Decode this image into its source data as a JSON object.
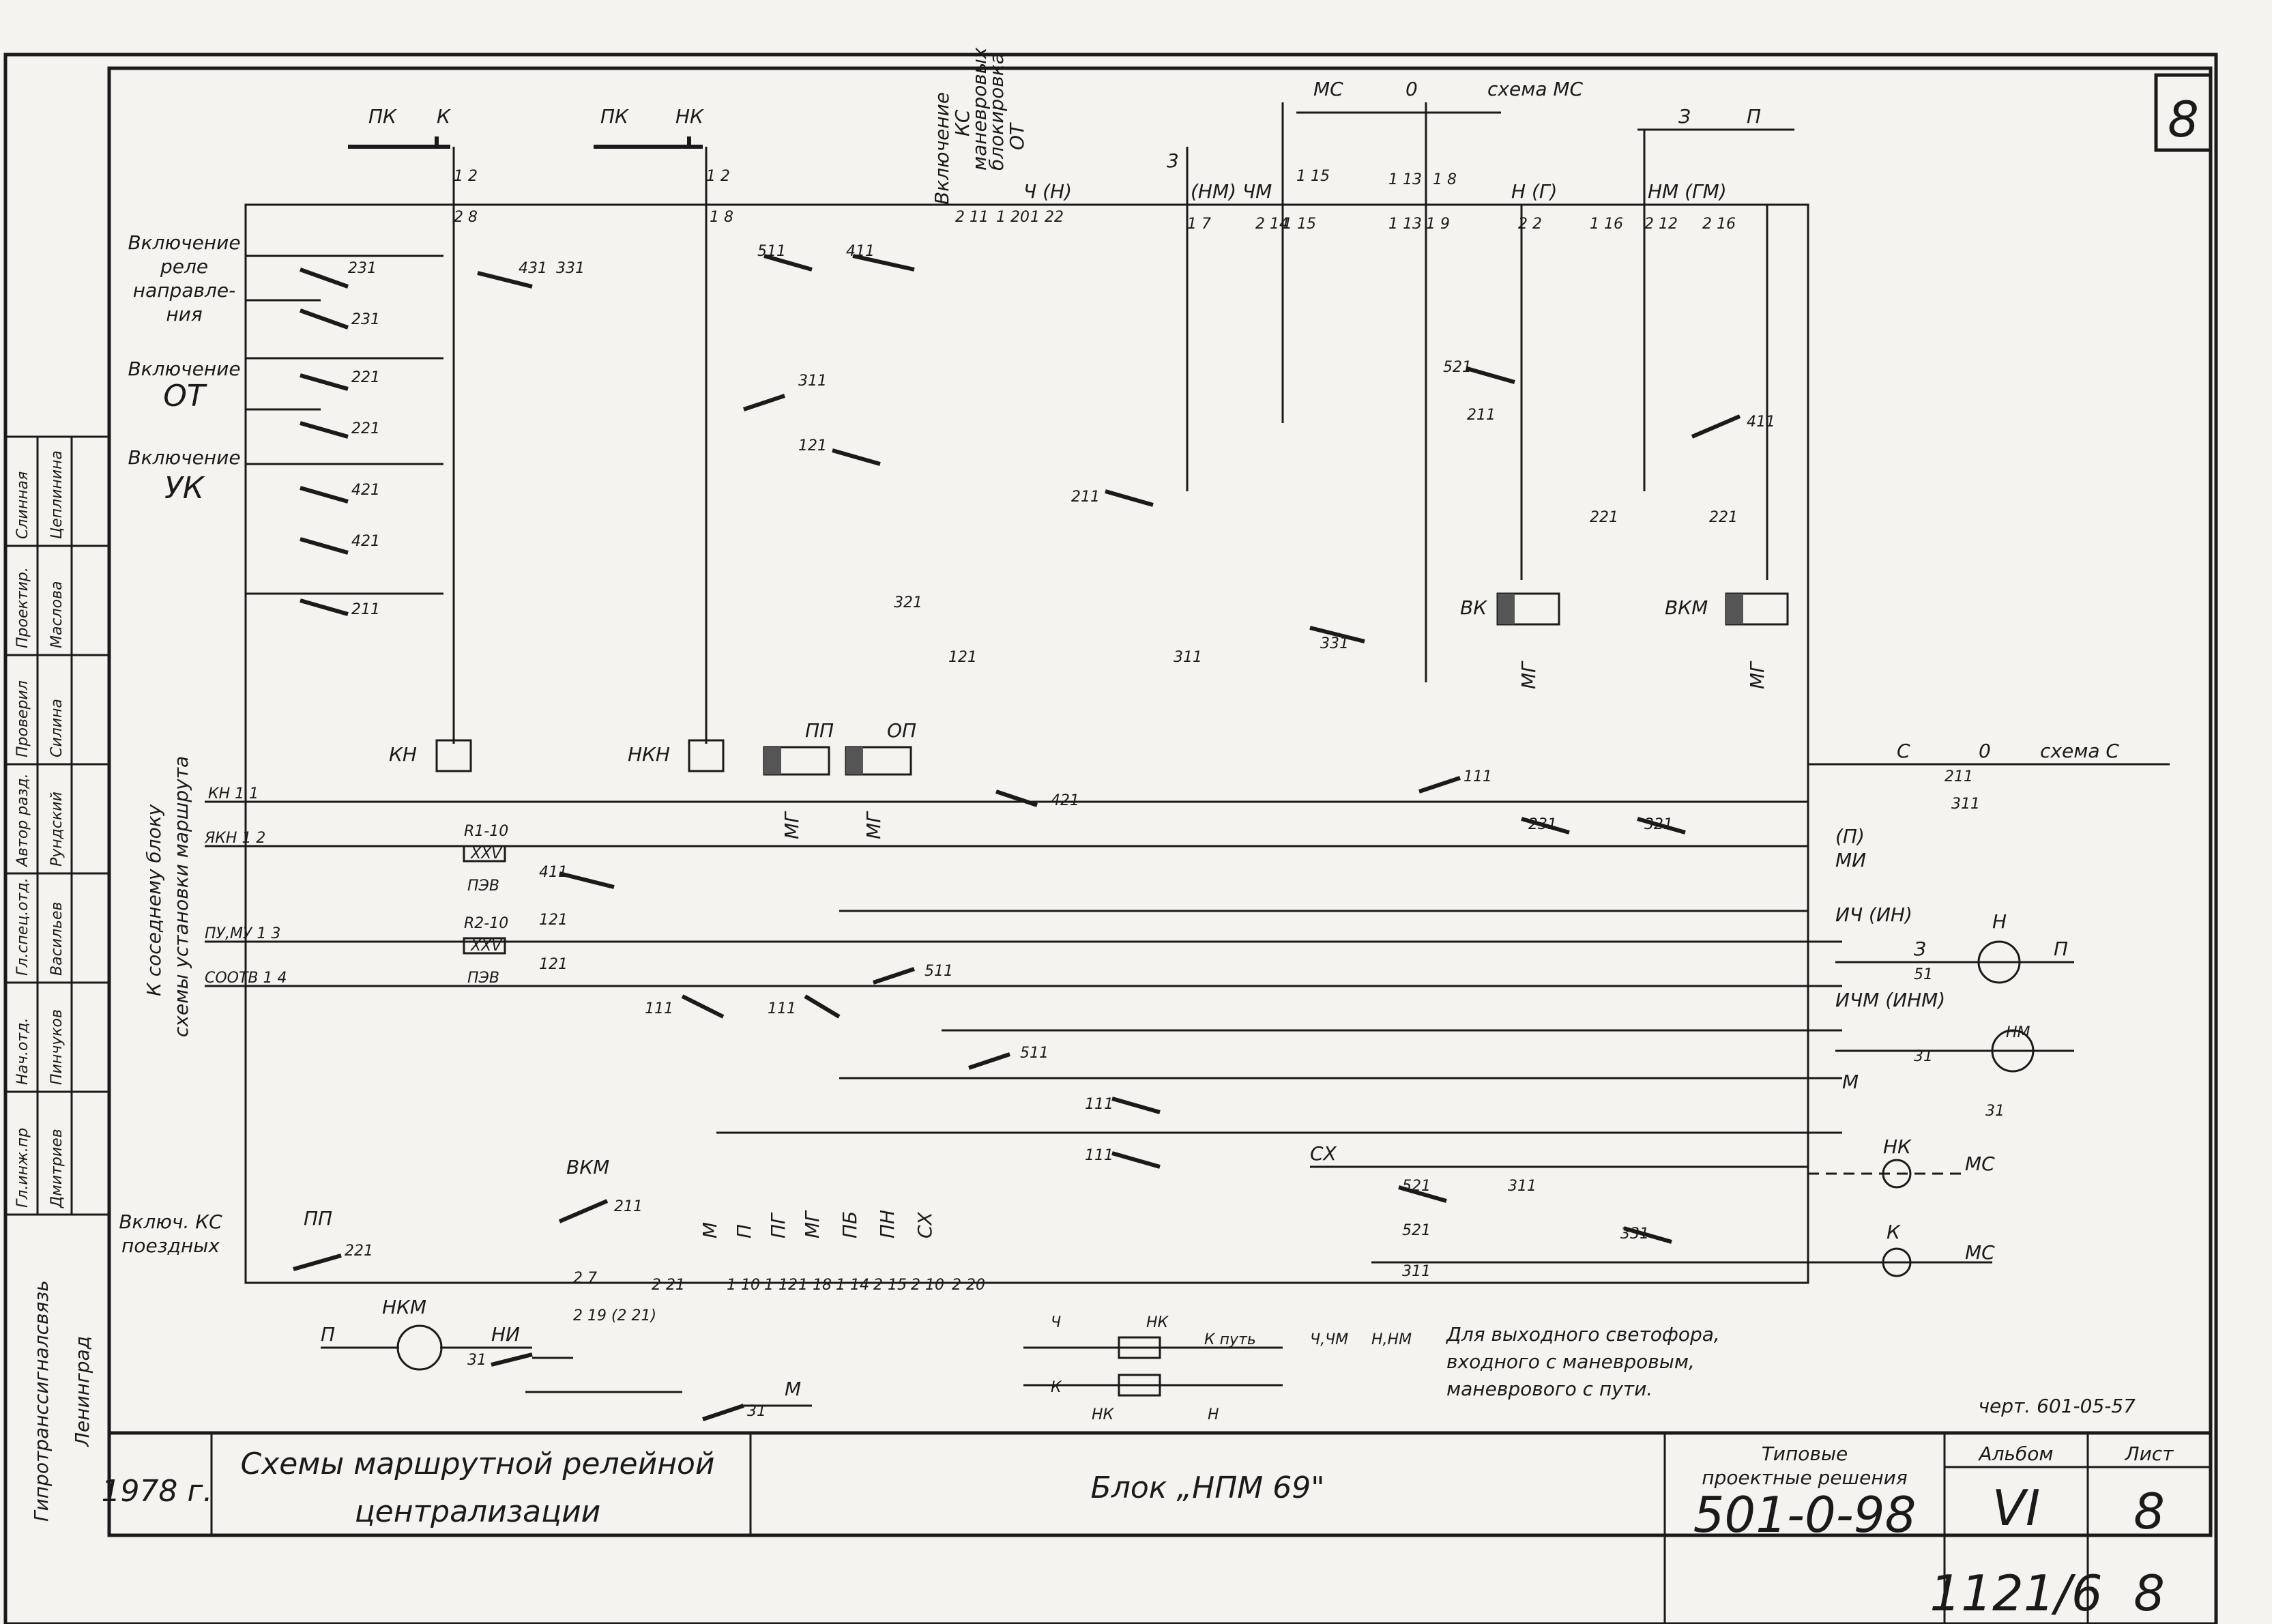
{
  "sheet_number": "8",
  "title_block": {
    "year": "1978 г.",
    "title_line1": "Схемы маршрутной релейной",
    "title_line2": "централизации",
    "block_name": "Блок „НПМ 69\"",
    "typical_label_1": "Типовые",
    "typical_label_2": "проектные решения",
    "project_code": "501-0-98",
    "album_label": "Альбом",
    "album_value": "VI",
    "sheet_label": "Лист",
    "sheet_value": "8",
    "archive_code": "1121/6",
    "archive_sheet": "8",
    "drawing_number": "черт. 601-05-57"
  },
  "org": {
    "name": "Гипротранссигналсвязь",
    "city": "Ленинград"
  },
  "sign_table": {
    "roles": [
      "Гл.инж.пр",
      "Нач.отд.",
      "Гл.спец.отд.",
      "Автор разд.",
      "Проверил",
      "Проектир.",
      "Слинная"
    ],
    "names": [
      "Дмитриев",
      "Пинчуков",
      "Васильев",
      "Рундский",
      "Силина",
      "Маслова",
      "Цеплинина"
    ]
  },
  "left_labels": {
    "relay_direction": [
      "Включение",
      "реле",
      "направле-",
      "ния"
    ],
    "ot": [
      "Включение",
      "ОТ"
    ],
    "uk": [
      "Включение",
      "УК"
    ],
    "neighbor_1": "К соседнему блоку",
    "neighbor_2": "схемы установки маршрута",
    "ks_1": "Включ. КС",
    "ks_2": "поездных"
  },
  "top_labels": {
    "pk1": "ПК",
    "k1": "К",
    "pk2": "ПК",
    "nk2": "НК",
    "vertical_1": "Включение",
    "vertical_2": "КС",
    "vertical_3": "маневровых",
    "vertical_4": "блокировка",
    "vertical_5": "ОТ",
    "ch_n": "Ч (Н)",
    "three": "3",
    "nm_chm": "(НМ) ЧМ",
    "mc": "МС",
    "zero": "0",
    "scheme_mc": "схема МС",
    "n_g": "Н (Г)",
    "nm_gm": "НМ (ГМ)",
    "z": "З",
    "p": "П"
  },
  "terminals_top": [
    "1 2",
    "1 2",
    "2 8",
    "1 8",
    "2 11",
    "1 20",
    "1 22",
    "1 7",
    "2 14",
    "1 15",
    "1 13",
    "1 9",
    "2 2",
    "1 16",
    "2 12",
    "2 16",
    "1 15",
    "1 13",
    "1 8"
  ],
  "relays": [
    "КН",
    "НКН",
    "ПП",
    "ОП",
    "ВК",
    "ВКМ"
  ],
  "relay_bottom": [
    "МГ",
    "МГ",
    "МГ",
    "МГ"
  ],
  "contacts": [
    "231",
    "231",
    "221",
    "221",
    "421",
    "421",
    "211",
    "431",
    "331",
    "511",
    "411",
    "311",
    "121",
    "321",
    "121",
    "421",
    "211",
    "311",
    "331",
    "521",
    "211",
    "221",
    "411",
    "221",
    "111",
    "231",
    "321",
    "211",
    "311",
    "411",
    "121",
    "121",
    "111",
    "111",
    "511",
    "511",
    "111",
    "111",
    "521",
    "311",
    "331",
    "521",
    "311",
    "221",
    "211",
    "31",
    "31",
    "31",
    "51",
    "31"
  ],
  "right_labels": {
    "scheme_c": "схема С",
    "c": "С",
    "o": "0",
    "mi": "МИ",
    "p_paren": "(П)",
    "ich": "ИЧ (ИН)",
    "ichm": "ИЧМ (ИНМ)",
    "m": "М",
    "n": "Н",
    "nm": "НМ",
    "z": "З",
    "p": "П",
    "sx": "СХ",
    "nk": "НК",
    "k": "К",
    "mc": "МС"
  },
  "left_terminals": [
    "КН 1 1",
    "ЯКН 1 2",
    "ПУ,МУ 1 3",
    "СООТВ 1 4"
  ],
  "resistors": [
    "R1-10",
    "ПЭВ",
    "R2-10",
    "ПЭВ",
    "XXV",
    "XXV"
  ],
  "bottom_terminals": [
    "М",
    "П",
    "ПГ",
    "МГ",
    "ПБ",
    "ПН",
    "СХ",
    "2 7",
    "2 21",
    "1 10",
    "1 12",
    "1 18",
    "1 14",
    "2 15",
    "2 10",
    "2 20",
    "2 19 (2 21)"
  ],
  "bottom_left": {
    "nkm": "НКМ",
    "p": "П",
    "ni": "НИ",
    "m": "М",
    "vkm": "ВКМ",
    "pp": "ПП"
  },
  "legend": {
    "ch": "Ч",
    "nk": "НК",
    "k_put": "К путь",
    "k": "К",
    "n": "Н",
    "ch_chm": "Ч,ЧМ",
    "n_nm": "Н,НМ",
    "note_1": "Для выходного светофора,",
    "note_2": "входного с маневровым,",
    "note_3": "маневрового с пути."
  }
}
